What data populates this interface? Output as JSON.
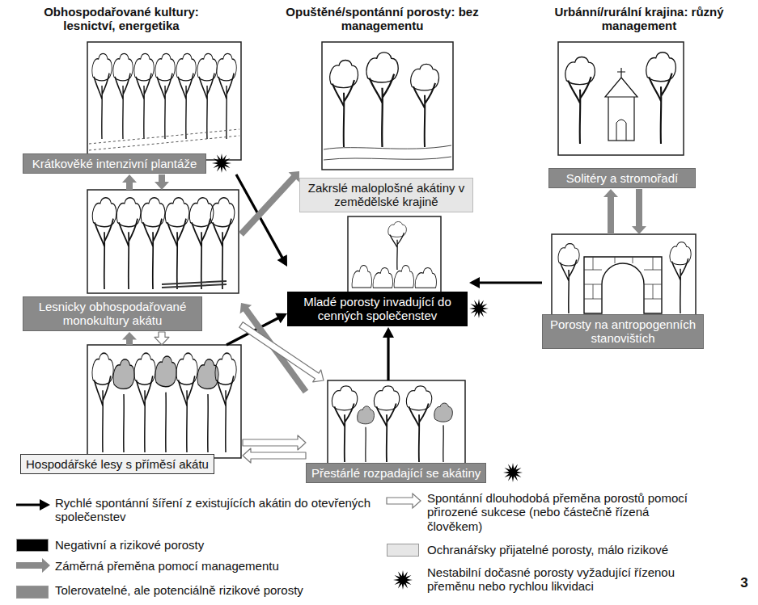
{
  "diagram": {
    "nodes": [
      {
        "text": [
          "Krátkověké intenzivní plantáže"
        ]
      },
      {
        "text": [
          "Lesnicky obhospodařované monokultury akátu"
        ]
      },
      {
        "text": [
          "Hospodářské lesy s příměsí akátu"
        ]
      },
      {
        "text": [
          "Zakrslé maloplošné akátiny v zemědělské krajině"
        ]
      },
      {
        "text": [
          "Mladé porosty invadující do cenných společenstev"
        ]
      },
      {
        "text": [
          "Přestárlé rozpadající se akátiny"
        ]
      },
      {
        "text": [
          "Solitéry a stromořadí"
        ]
      },
      {
        "text": [
          "Porosty na antropogenních stanovištích"
        ]
      }
    ],
    "edges": [
      {
        "from": 0,
        "to": 1,
        "arrow": "to"
      },
      {
        "from": 1,
        "to": 0,
        "arrow": "to"
      },
      {
        "from": 1,
        "to": 2,
        "arrow": "to"
      },
      {
        "from": 2,
        "to": 1,
        "arrow": "to"
      },
      {
        "from": 0,
        "to": 4,
        "arrow": "to"
      },
      {
        "from": 2,
        "to": 4,
        "arrow": "to"
      },
      {
        "from": 1,
        "to": 3,
        "arrow": "to"
      },
      {
        "from": 5,
        "to": 1,
        "arrow": "to"
      },
      {
        "from": 1,
        "to": 5,
        "arrow": "to"
      },
      {
        "from": 2,
        "to": 5,
        "arrow": "to"
      },
      {
        "from": 5,
        "to": 2,
        "arrow": "to"
      },
      {
        "from": 5,
        "to": 4,
        "arrow": "to"
      },
      {
        "from": 7,
        "to": 4,
        "arrow": "to"
      },
      {
        "from": 6,
        "to": 7,
        "arrow": "to"
      },
      {
        "from": 7,
        "to": 6,
        "arrow": "to"
      }
    ],
    "labels": [
      "Obhospodařované kultury: lesnictví, energetika",
      "Opuštěné/spontánní porosty: bez managementu",
      "Urbánní/rurální krajina: různý management",
      "3"
    ],
    "legend": [
      {
        "text": "Rychlé spontánní šíření z existujících akátin do otevřených společenstev"
      },
      {
        "text": "Spontánní dlouhodobá přeměna porostů pomocí přirozené sukcese (nebo částečně řízená člověkem)"
      },
      {
        "text": "Negativní a rizikové porosty",
        "color": "#000000"
      },
      {
        "text": "Ochranářsky přijatelné porosty, málo rizikové",
        "color": "#e6e6e6"
      },
      {
        "text": "Záměrná přeměna pomocí managementu"
      },
      {
        "text": "Tolerovatelné, ale potenciálně rizikové porosty",
        "color": "#8a8a8a"
      },
      {
        "text": "Nestabilní dočasné porosty vyžadující řízenou přeměnu nebo rychlou likvidaci"
      }
    ]
  }
}
